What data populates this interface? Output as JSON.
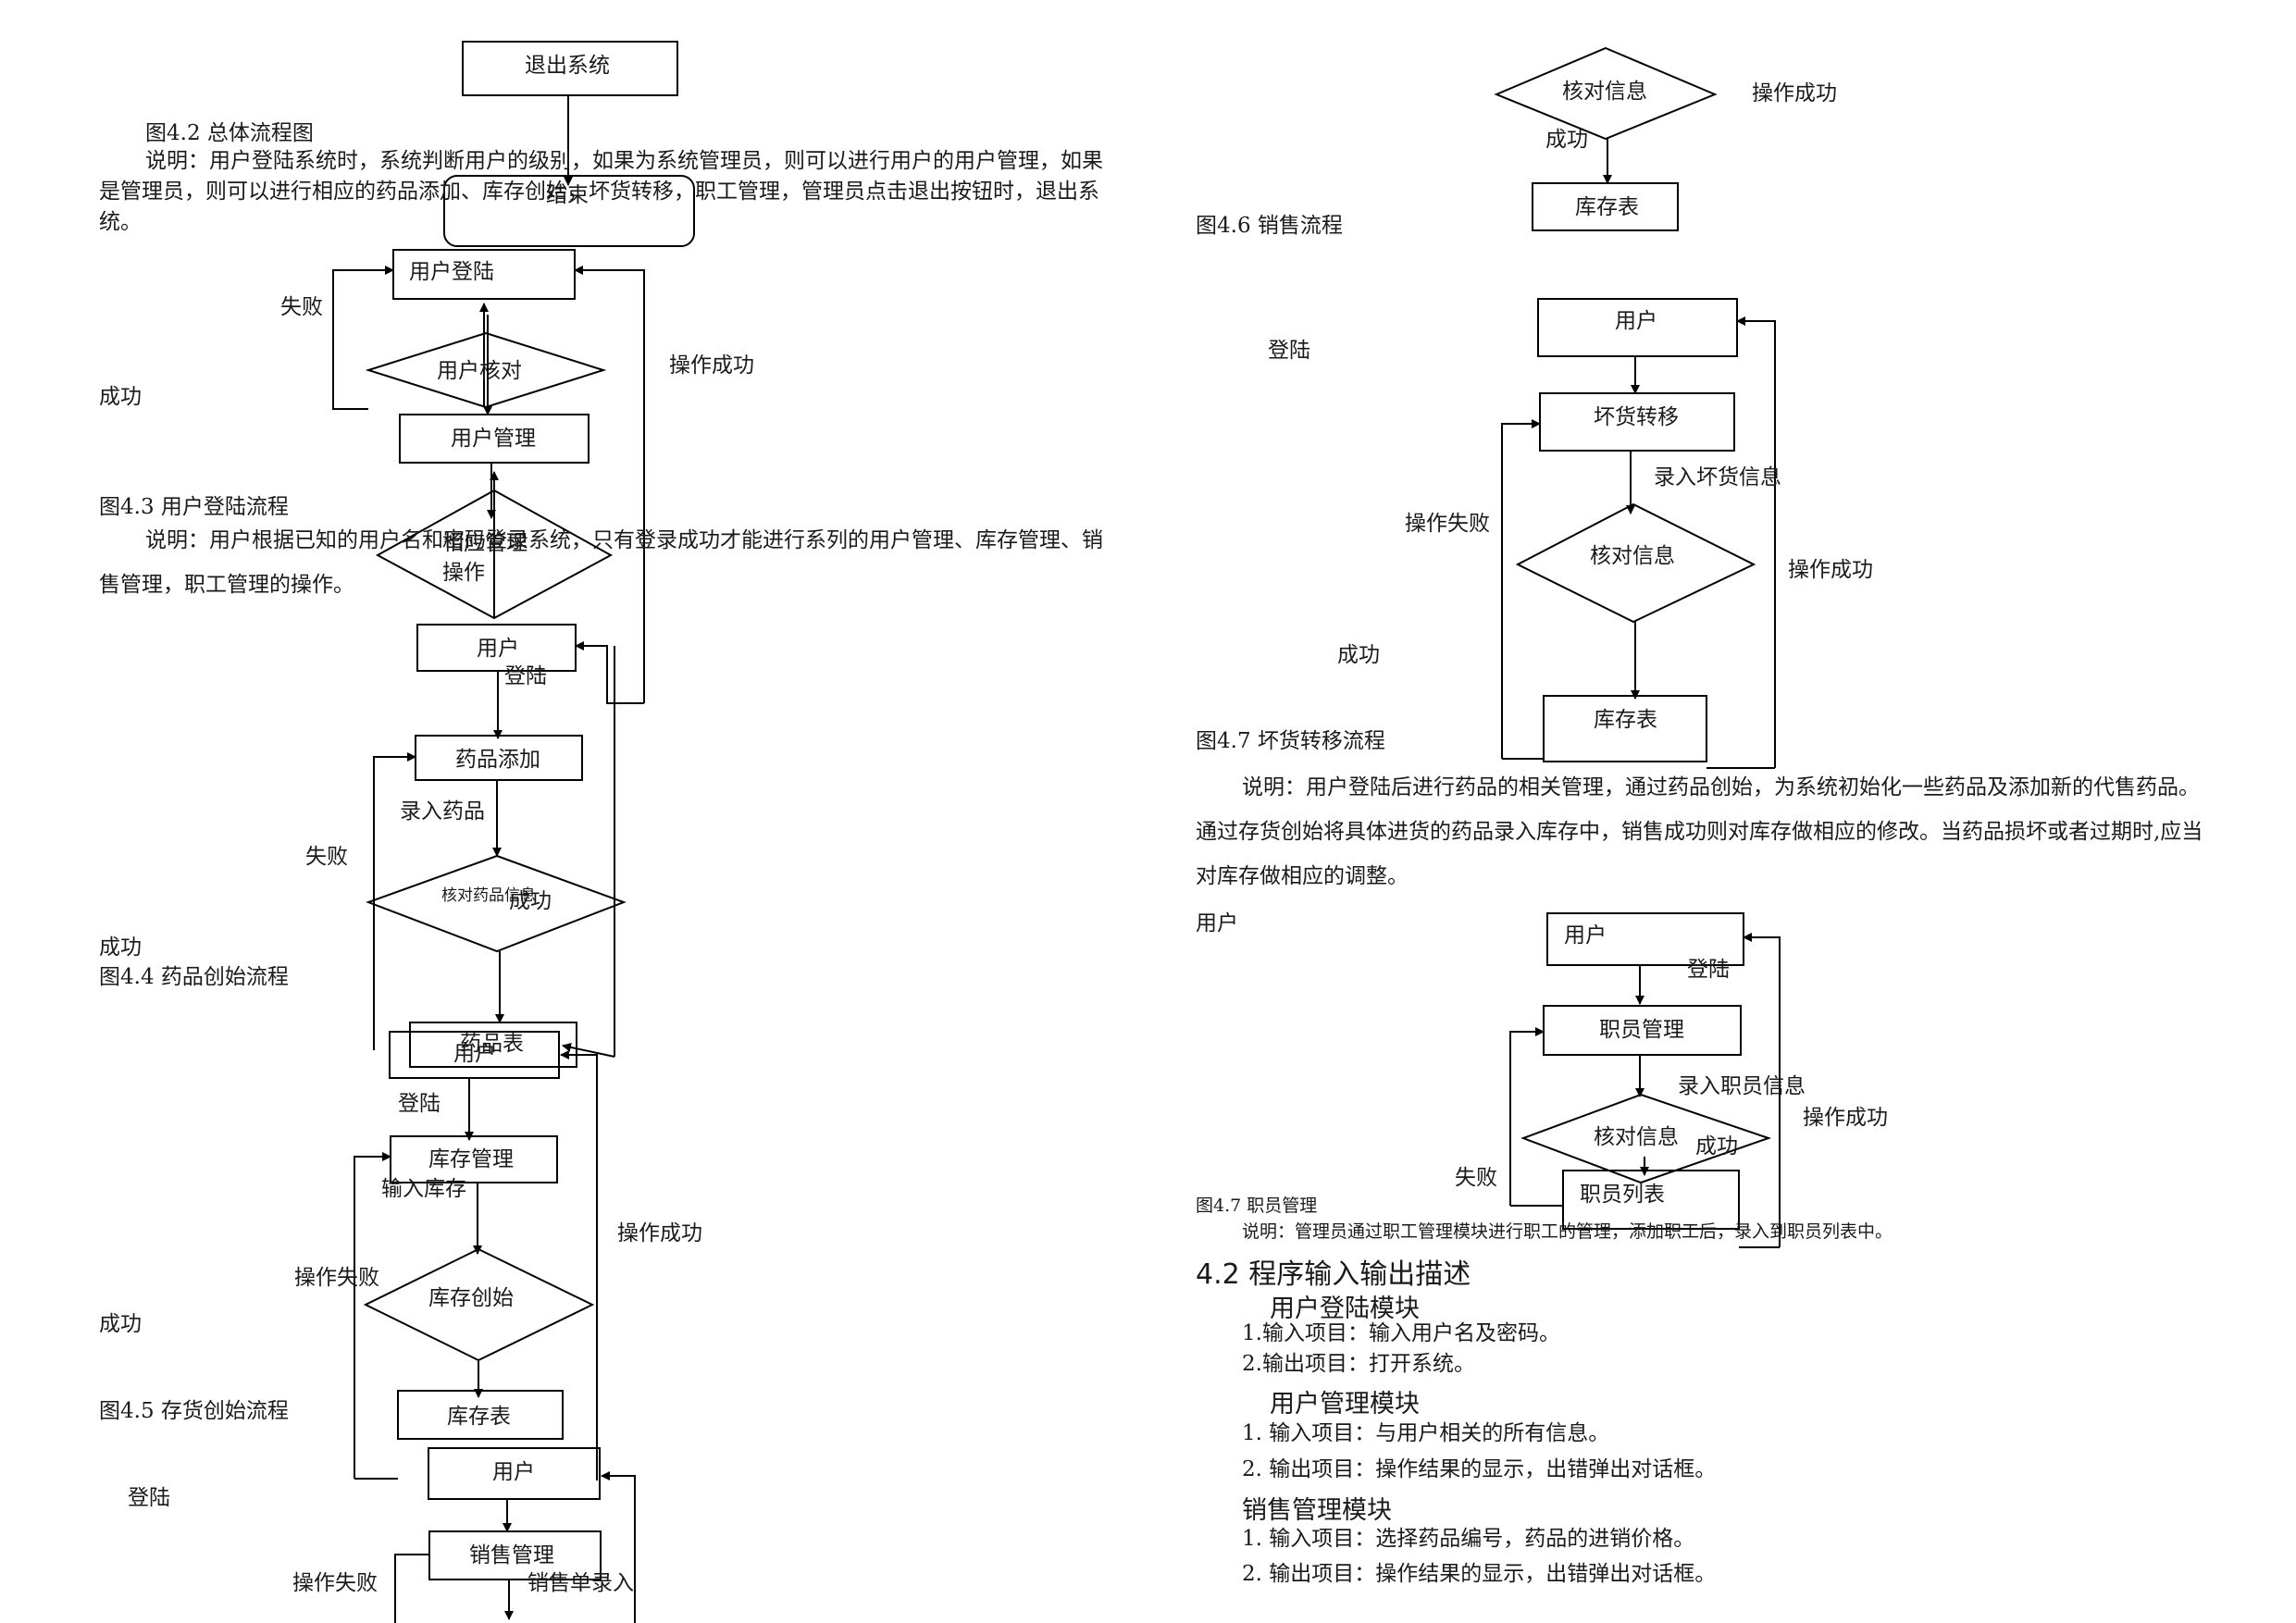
{
  "left": {
    "exit_system": "退出系统",
    "fig42": "图4.2 总体流程图",
    "desc42": "说明：用户登陆系统时，系统判断用户的级别，如果为系统管理员，则可以进行用户的用户管理，如果是管理员，则可以进行相应的药品添加、库存创始，坏货转移，职工管理，管理员点击退出按钮时，退出系统。",
    "end": "结束",
    "user_login": "用户登陆",
    "fail": "失败",
    "success": "成功",
    "user_verify": "用户核对",
    "op_success": "操作成功",
    "user_mgmt": "用户管理",
    "fig43": "图4.3 用户登陆流程",
    "desc43": "说明：用户根据已知的用户名和密码登录系统，只有登录成功才能进行系列的用户管理、库存管理、销售管理，职工管理的操作。",
    "rel_mgmt": "相应管理",
    "op": "操作",
    "user": "用户",
    "login": "登陆",
    "drug_add": "药品添加",
    "input_drug": "录入药品",
    "verify_drug": "核对药品信息",
    "fig44": "图4.4 药品创始流程",
    "drug_table": "药品表",
    "inv_mgmt": "库存管理",
    "input_inv": "输入库存",
    "op_fail": "操作失败",
    "inv_init": "库存创始",
    "fig45": "图4.5 存货创始流程",
    "inv_table": "库存表",
    "sales_mgmt": "销售管理",
    "sales_entry": "销售单录入"
  },
  "right": {
    "verify_info": "核对信息",
    "op_success": "操作成功",
    "success": "成功",
    "inv_table": "库存表",
    "fig46": "图4.6 销售流程",
    "user": "用户",
    "login": "登陆",
    "bad_transfer": "坏货转移",
    "input_bad": "录入坏货信息",
    "op_fail": "操作失败",
    "fig47": "图4.7  坏货转移流程",
    "desc47": "说明：用户登陆后进行药品的相关管理，通过药品创始，为系统初始化一些药品及添加新的代售药品。通过存货创始将具体进货的药品录入库存中，销售成功则对库存做相应的修改。当药品损坏或者过期时,应当对库存做相应的调整。",
    "staff_mgmt": "职员管理",
    "input_staff": "录入职员信息",
    "fail": "失败",
    "staff_list": "职员列表",
    "fig47b": "图4.7 职员管理",
    "desc47b": "说明：管理员通过职工管理模块进行职工的管理，添加职工后，录入到职员列表中。",
    "sec42": "4.2   程序输入输出描述",
    "mod_login": "用户登陆模块",
    "login_in": "1.输入项目：输入用户名及密码。",
    "login_out": "2.输出项目：打开系统。",
    "mod_user": "用户管理模块",
    "user_in": "1. 输入项目：与用户相关的所有信息。",
    "user_out": "2. 输出项目：操作结果的显示，出错弹出对话框。",
    "mod_sales": "销售管理模块",
    "sales_in": "1. 输入项目：选择药品编号，药品的进销价格。",
    "sales_out": "2. 输出项目：操作结果的显示，出错弹出对话框。"
  }
}
